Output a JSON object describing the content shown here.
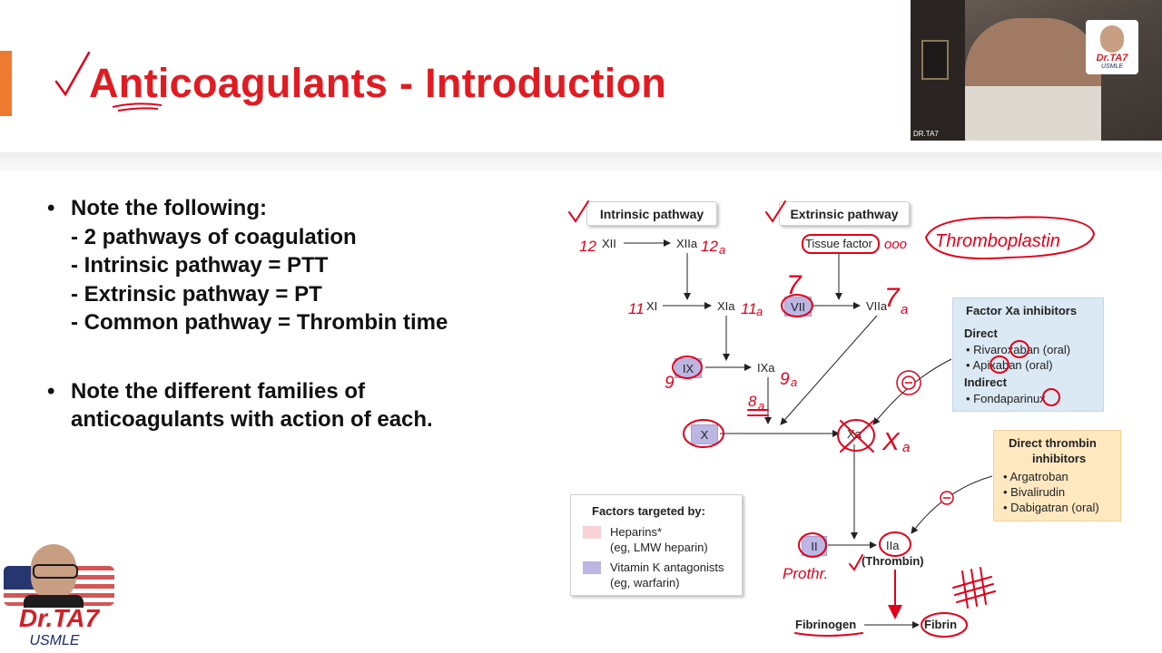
{
  "slide": {
    "title": "Anticoagulants - Introduction",
    "bullets": [
      {
        "marker": "•",
        "lines": [
          "Note the following:",
          "- 2 pathways of coagulation",
          "- Intrinsic pathway = PTT",
          "- Extrinsic pathway = PT",
          "- Common pathway = Thrombin time"
        ]
      },
      {
        "marker": "•",
        "lines": [
          "Note the different families of",
          "anticoagulants with action of each."
        ]
      }
    ]
  },
  "diagram": {
    "intrinsic_label": "Intrinsic pathway",
    "extrinsic_label": "Extrinsic pathway",
    "factors": {
      "xii": "XII",
      "xiia": "XIIa",
      "xi": "XI",
      "xia": "XIa",
      "ix": "IX",
      "ixa": "IXa",
      "x": "X",
      "xa": "Xa",
      "tissue_factor": "Tissue factor",
      "vii": "VII",
      "viia": "VIIa",
      "ii": "II",
      "iia": "IIa",
      "thrombin": "(Thrombin)",
      "fibrinogen": "Fibrinogen",
      "fibrin": "Fibrin"
    },
    "xa_inhibitors": {
      "title": "Factor Xa inhibitors",
      "direct_label": "Direct",
      "direct_items": [
        "Rivaroxaban (oral)",
        "Apixaban (oral)"
      ],
      "indirect_label": "Indirect",
      "indirect_items": [
        "Fondaparinux"
      ]
    },
    "thrombin_inhibitors": {
      "title_line1": "Direct thrombin",
      "title_line2": "inhibitors",
      "items": [
        "Argatroban",
        "Bivalirudin",
        "Dabigatran (oral)"
      ]
    },
    "legend": {
      "title": "Factors targeted by:",
      "items": [
        {
          "line1": "Heparins*",
          "line2": "(eg, LMW heparin)",
          "color": "#f7d3d6"
        },
        {
          "line1": "Vitamin K antagonists",
          "line2": "(eg, warfarin)",
          "color": "#bcb6e3"
        }
      ]
    }
  },
  "annotations": {
    "thromboplastin": "Thromboplastin",
    "n12": "12",
    "n12a": "12",
    "sub_a": "a",
    "n11": "11",
    "n11a": "11",
    "n9": "9",
    "n9a": "9",
    "n8a": "8",
    "n7": "7",
    "n7a": "7",
    "xa_big": "X",
    "prothr": "Prothr.",
    "dots": "ooo"
  },
  "webcam": {
    "caption": "DR.TA7"
  },
  "logo": {
    "name": "Dr.TA7",
    "sub": "USMLE"
  },
  "colors": {
    "title": "#e11b22",
    "accent": "#ee7a30",
    "ink": "#e0001b",
    "vitk": "#bcb6e3",
    "xa_panel": "#dbe9f4",
    "thrombin_panel": "#fde8c0"
  }
}
